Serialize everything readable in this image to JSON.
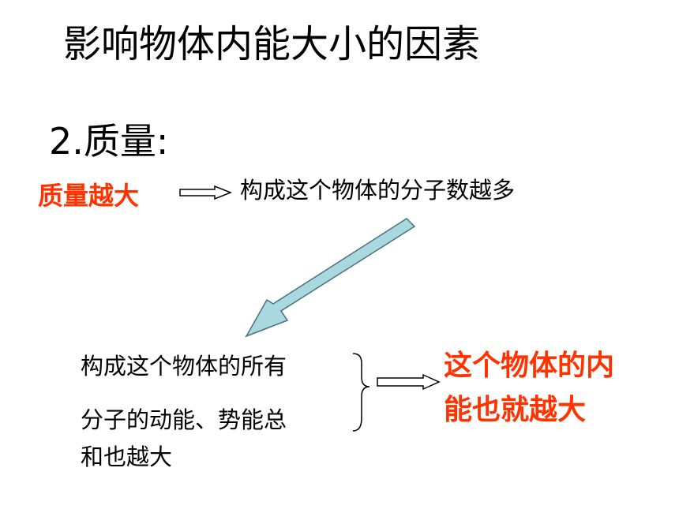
{
  "slide": {
    "title": "影响物体内能大小的因素",
    "section_heading": "2.质量:",
    "cause": "质量越大",
    "effect_molecules": "构成这个物体的分子数越多",
    "energy_lines": [
      "构成这个物体的所有",
      "分子的动能、势能总",
      "和也越大"
    ],
    "result_lines": [
      "这个物体的内",
      "能也就越大"
    ]
  },
  "colors": {
    "text": "#000000",
    "emphasis": "#ff3300",
    "arrow_fill": "#a9d8df",
    "arrow_stroke": "#4a6f80"
  }
}
